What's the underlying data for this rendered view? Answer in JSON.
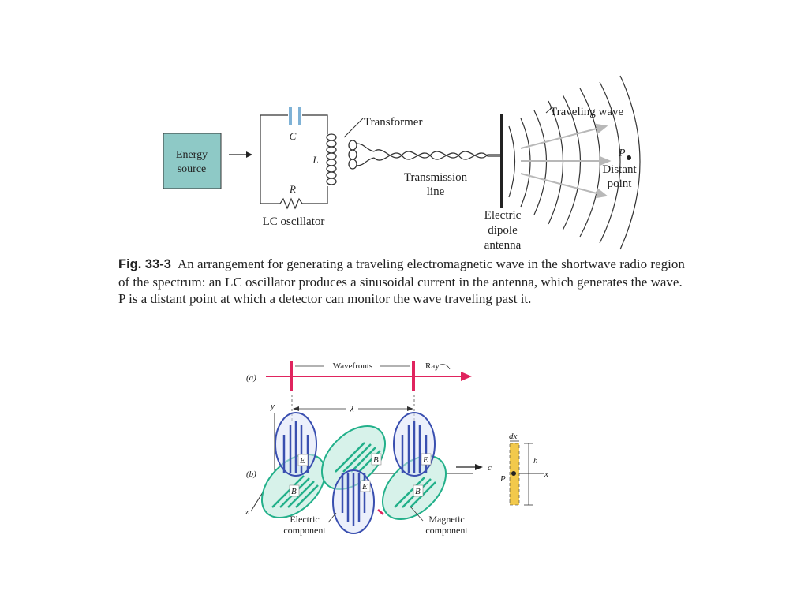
{
  "figure_top": {
    "energy_source": [
      "Energy",
      "source"
    ],
    "lc_oscillator": "LC oscillator",
    "capacitor_label": "C",
    "inductor_label": "L",
    "resistor_label": "R",
    "transformer": "Transformer",
    "transmission_line": [
      "Transmission",
      "line"
    ],
    "antenna": [
      "Electric",
      "dipole",
      "antenna"
    ],
    "traveling_wave": "Traveling wave",
    "point_label": "P",
    "distant_point": [
      "Distant",
      "point"
    ]
  },
  "caption": {
    "label": "Fig. 33-3",
    "text": "An arrangement for generating a traveling electromagnetic wave in the shortwave radio region of the spectrum: an LC oscillator produces a sinusoidal current in the antenna, which generates the wave. P is a distant point at which a detector can monitor the wave traveling past it."
  },
  "figure_bottom": {
    "part_a": "(a)",
    "part_b": "(b)",
    "wavefronts": "Wavefronts",
    "ray": "Ray",
    "lambda": "λ",
    "y_axis": "y",
    "z_axis": "z",
    "x_axis": "x",
    "E": "E",
    "B": "B",
    "c": "c",
    "P": "P",
    "dx": "dx",
    "h": "h",
    "electric_component": [
      "Electric",
      "component"
    ],
    "magnetic_component": [
      "Magnetic",
      "component"
    ]
  },
  "colors": {
    "energy_box": "#8ec9c6",
    "ray": "#e0245e",
    "electric": "#3a4fb0",
    "magnetic": "#22b08a",
    "strip": "#f2c94c"
  }
}
